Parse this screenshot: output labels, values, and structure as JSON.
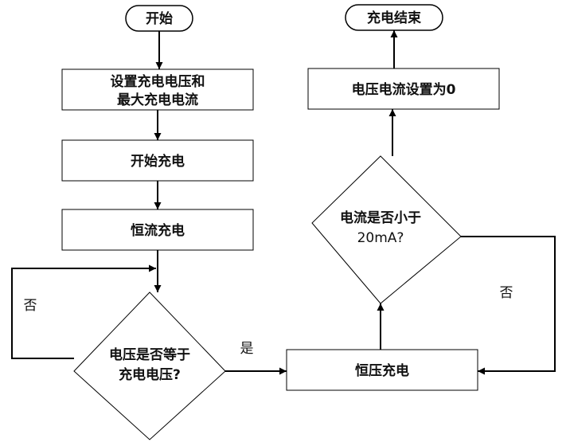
{
  "nodes": {
    "start": "开始",
    "set_params_line1": "设置充电电压和",
    "set_params_line2": "最大充电电流",
    "begin_charge": "开始充电",
    "cc_charge": "恒流充电",
    "dec_voltage_line1": "电压是否等于",
    "dec_voltage_line2": "充电电压?",
    "cv_charge": "恒压充电",
    "dec_current_line1": "电流是否小于",
    "dec_current_line2": "20mA?",
    "zero_set": "电压电流设置为0",
    "end": "充电结束"
  },
  "edges": {
    "no_left": "否",
    "yes": "是",
    "no_right": "否"
  }
}
